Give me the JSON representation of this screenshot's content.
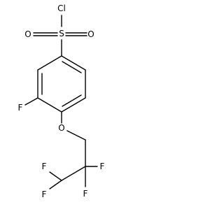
{
  "molecule": {
    "atoms": {
      "cl": "Cl",
      "s": "S",
      "o_left": "O",
      "o_right": "O",
      "f_ring": "F",
      "o_ether": "O",
      "f_cf2_right": "F",
      "f_cf2_bottom": "F",
      "f_chf2_top": "F",
      "f_chf2_bottom": "F"
    }
  }
}
